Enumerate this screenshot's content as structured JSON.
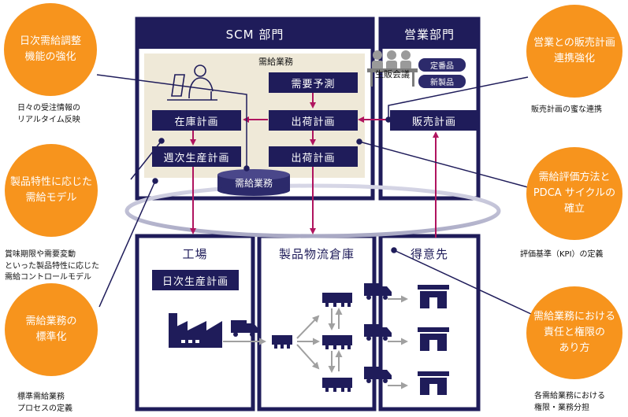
{
  "scm_dept": {
    "title": "SCM 部門",
    "area_label": "需給業務",
    "boxes": {
      "demand_forecast": "需要予測",
      "inventory_plan": "在庫計画",
      "shipment_plan_1": "出荷計画",
      "weekly_production_plan": "週次生産計画",
      "shipment_plan_2": "出荷計画"
    },
    "database_label": "需給業務"
  },
  "sales_dept": {
    "title": "営業部門",
    "meeting_label": "生販会議",
    "pills": [
      "定番品",
      "新製品"
    ],
    "sales_plan": "販売計画"
  },
  "factory": {
    "title": "工場",
    "daily_plan": "日次生産計画"
  },
  "warehouse": {
    "title": "製品物流倉庫"
  },
  "customer": {
    "title": "得意先"
  },
  "circles": {
    "c1": "日次需給調整\n機能の強化",
    "c2": "製品特性に応じた\n需給モデル",
    "c3": "需給業務の\n標準化",
    "c4": "営業との販売計画\n連携強化",
    "c5": "需給評価方法と\nPDCA サイクルの\n確立",
    "c6": "需給業務における\n責任と権限の\nあり方"
  },
  "captions": {
    "c1": "日々の受注情報の\nリアルタイム反映",
    "c2": "賞味期限や需要変動\nといった製品特性に応じた\n需給コントロールモデル",
    "c3": "標準需給業務\nプロセスの定義",
    "c4": "販売計画の蜜な連携",
    "c5": "評価基準（KPI）の定義",
    "c6": "各需給業務における\n権限・業務分担"
  },
  "colors": {
    "navy": "#1f1c5a",
    "orange": "#f7941d",
    "beige": "#efe9d8",
    "magenta": "#b0145f"
  }
}
